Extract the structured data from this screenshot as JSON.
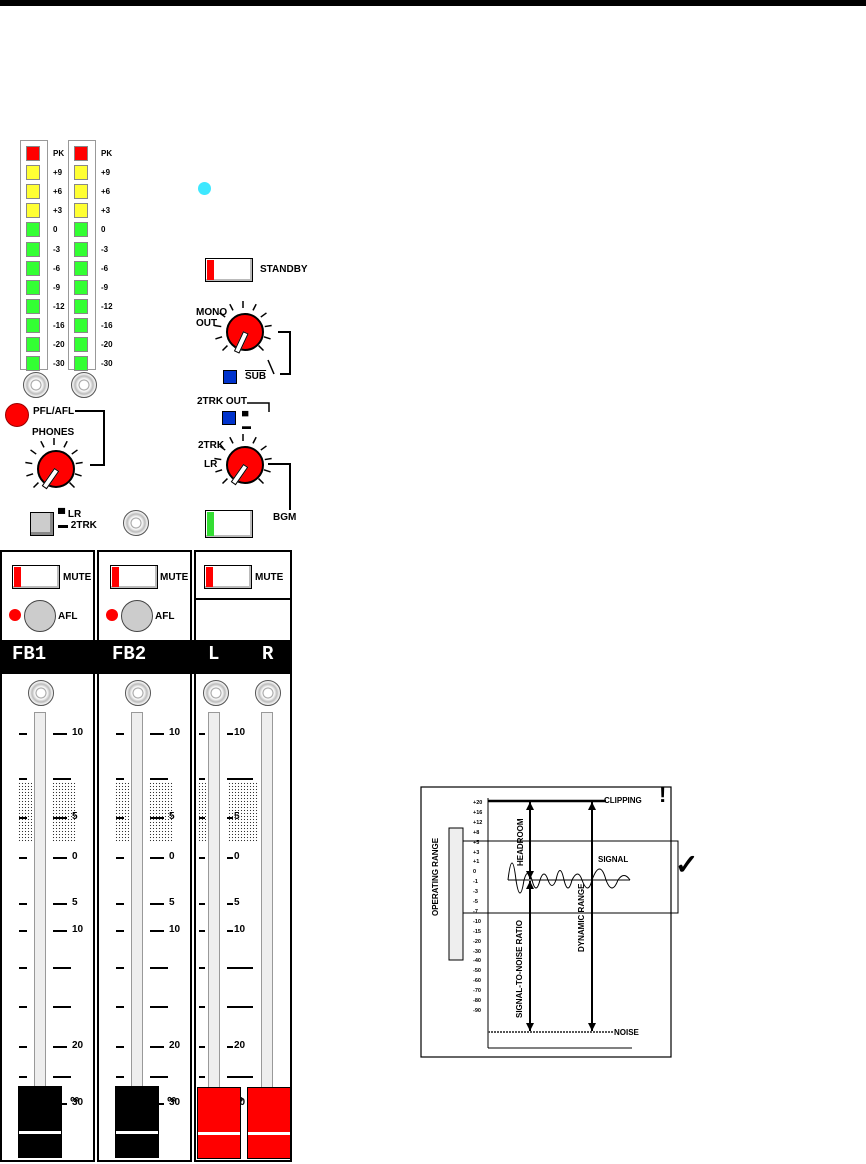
{
  "meter_labels": [
    "PK",
    "+9",
    "+6",
    "+3",
    "0",
    "-3",
    "-6",
    "-9",
    "-12",
    "-16",
    "-20",
    "-30"
  ],
  "meter_colors": {
    "red": "#ff0000",
    "yellow": "#ffff33",
    "green": "#33ff33"
  },
  "controls": {
    "standby": "STANDBY",
    "mono_out": "MONO\nOUT",
    "sub": "SUB",
    "pfl_afl": "PFL/AFL",
    "phones": "PHONES",
    "trk_out": "2TRK OUT",
    "trk": "2TRK",
    "lr": "LR",
    "lr_sel": "LR",
    "trk_sel": "2TRK",
    "bgm": "BGM"
  },
  "channels": [
    {
      "name": "FB1",
      "mute": "MUTE",
      "afl": "AFL"
    },
    {
      "name": "FB2",
      "mute": "MUTE",
      "afl": "AFL"
    },
    {
      "name_l": "L",
      "name_r": "R",
      "mute": "MUTE"
    }
  ],
  "fader_scale": [
    "10",
    "5",
    "0",
    "5",
    "10",
    "20",
    "30",
    "∞"
  ],
  "diagram": {
    "clipping": "CLIPPING",
    "signal": "SIGNAL",
    "noise": "NOISE",
    "headroom": "HEADROOM",
    "snr": "SIGNAL-TO-NOISE RATIO",
    "dynamic_range": "DYNAMIC RANGE",
    "operating_range": "OPERATING RANGE",
    "exclaim": "!",
    "check": "✓",
    "db_scale": [
      "+20",
      "+16",
      "+12",
      "+8",
      "+5",
      "+3",
      "+1",
      "0",
      "-1",
      "-3",
      "-5",
      "-7",
      "-10",
      "-15",
      "-20",
      "-30",
      "-40",
      "-50",
      "-60",
      "-70",
      "-80",
      "-90"
    ]
  }
}
